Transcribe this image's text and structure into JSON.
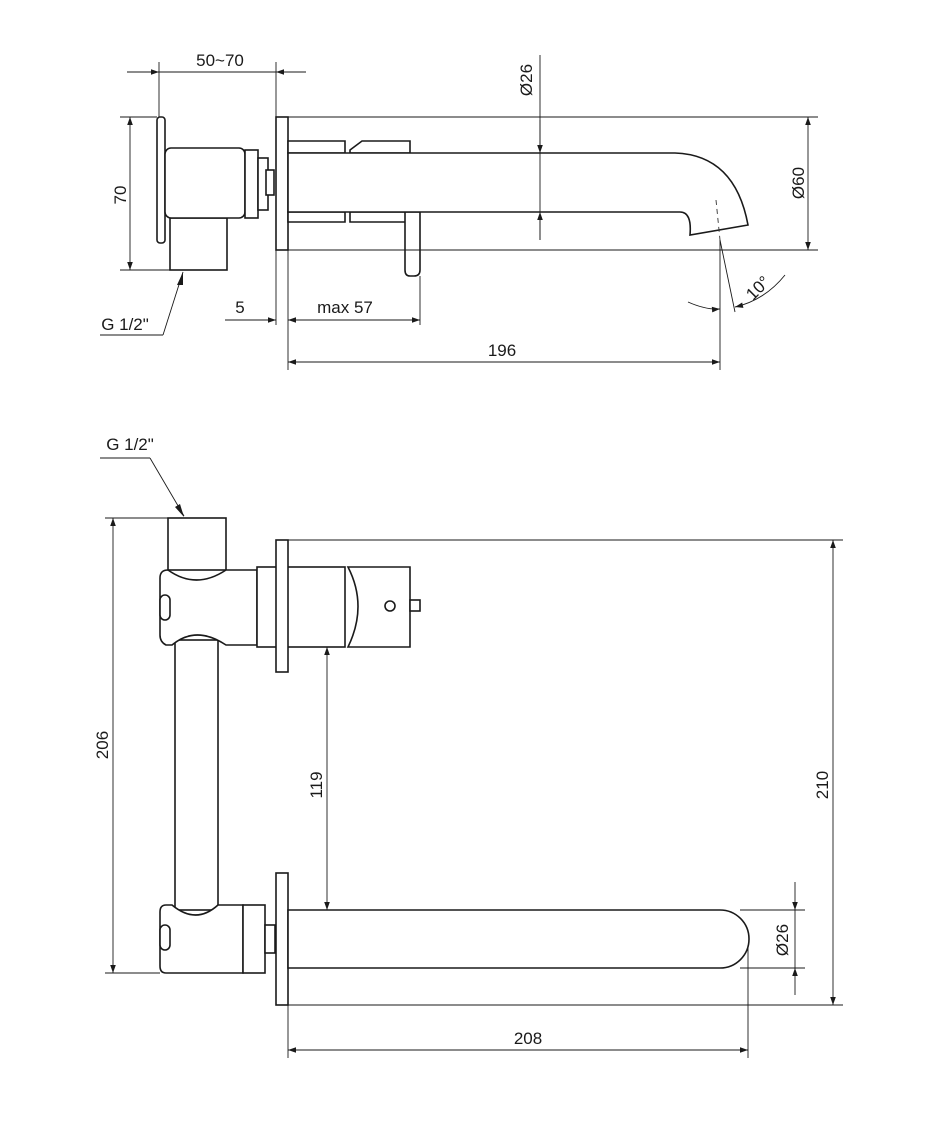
{
  "side_view": {
    "dim_depth": "50~70",
    "dim_diameter_spout": "Ø26",
    "dim_diameter_plate": "Ø60",
    "dim_height": "70",
    "dim_wall_gap": "5",
    "dim_max_plaster": "max 57",
    "dim_projection": "196",
    "dim_angle": "10°",
    "thread_label": "G 1/2\""
  },
  "front_view": {
    "thread_label": "G 1/2\"",
    "dim_total_height": "206",
    "dim_spacing": "119",
    "dim_plate_span": "210",
    "dim_diameter_spout": "Ø26",
    "dim_spout_length": "208"
  }
}
